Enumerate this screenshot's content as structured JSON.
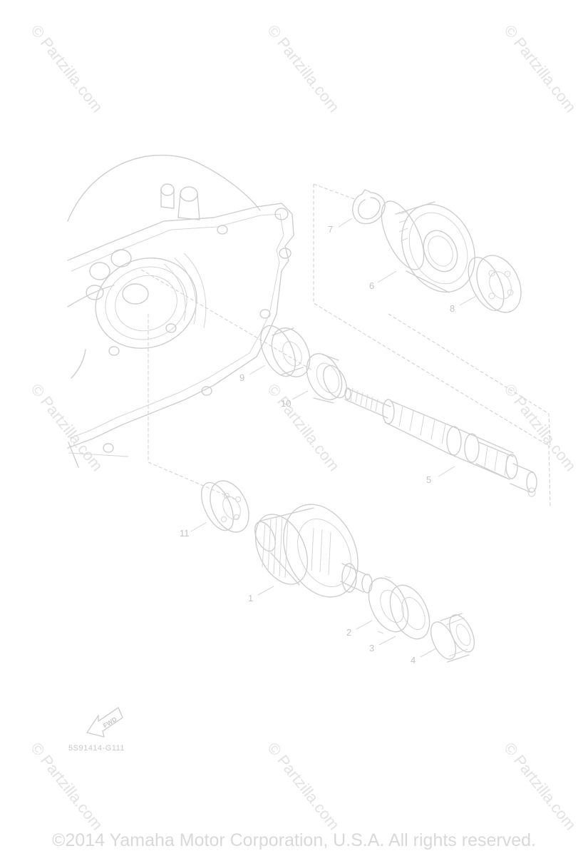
{
  "watermark": {
    "text": "© Partzilla.com"
  },
  "callouts": {
    "p1": "1",
    "p2": "2",
    "p3": "3",
    "p4": "4",
    "p5": "5",
    "p6": "6",
    "p7": "7",
    "p8": "8",
    "p9": "9",
    "p10": "10",
    "p11": "11"
  },
  "fwd_arrow_label": "FWD",
  "diagram_code": "5S91414-G111",
  "copyright": "©2014 Yamaha Motor Corporation, U.S.A. All rights reserved.",
  "colors": {
    "line": "#cfcfcf",
    "text": "#c4c4c4",
    "watermark": "#e3e3e3"
  }
}
